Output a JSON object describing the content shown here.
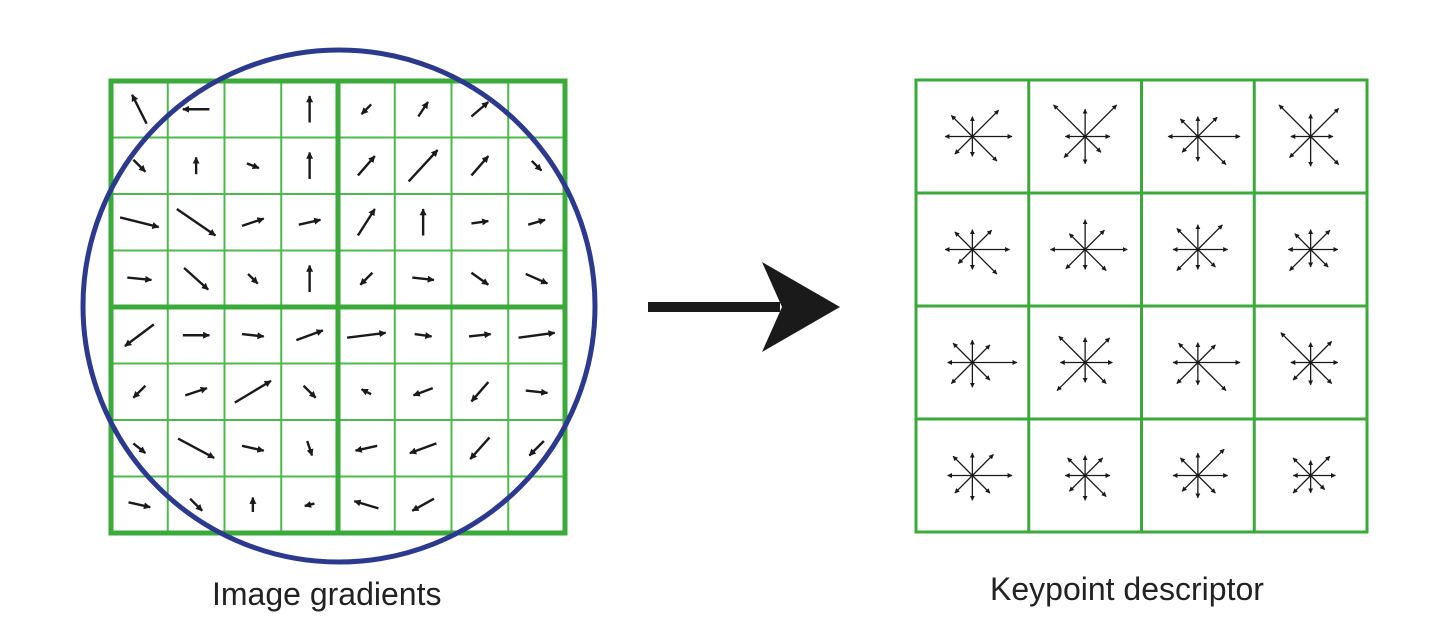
{
  "captions": {
    "left": "Image gradients",
    "right": "Keypoint descriptor"
  },
  "colors": {
    "grid": "#3aaa3a",
    "grid_light": "#4cbb4c",
    "circle": "#2b3a8f",
    "arrow": "#1a1a1a"
  },
  "icons": {
    "transform_arrow": "right-arrow-icon",
    "histogram_star": "orientation-histogram-icon"
  },
  "gradients": {
    "rows": 8,
    "cols": 8,
    "vectors": [
      [
        [
          -0.3,
          -0.6
        ],
        [
          -0.55,
          0
        ],
        [
          0,
          0
        ],
        [
          0,
          -0.55
        ],
        [
          -0.2,
          0.2
        ],
        [
          0.2,
          -0.3
        ],
        [
          0.35,
          -0.3
        ],
        [
          0,
          0
        ]
      ],
      [
        [
          0.25,
          0.25
        ],
        [
          0,
          -0.35
        ],
        [
          0.25,
          0.1
        ],
        [
          0,
          -0.55
        ],
        [
          0.35,
          -0.4
        ],
        [
          0.6,
          -0.65
        ],
        [
          0.35,
          -0.4
        ],
        [
          0.2,
          0.2
        ]
      ],
      [
        [
          0.8,
          0.2
        ],
        [
          0.8,
          0.55
        ],
        [
          0.45,
          -0.15
        ],
        [
          0.45,
          -0.1
        ],
        [
          0.35,
          -0.55
        ],
        [
          0,
          -0.55
        ],
        [
          0.35,
          -0.05
        ],
        [
          0.35,
          -0.1
        ]
      ],
      [
        [
          0.5,
          0.05
        ],
        [
          0.5,
          0.45
        ],
        [
          0.2,
          0.2
        ],
        [
          0,
          -0.55
        ],
        [
          -0.25,
          0.25
        ],
        [
          0.45,
          0.05
        ],
        [
          0.35,
          0.25
        ],
        [
          0.45,
          0.2
        ]
      ],
      [
        [
          -0.6,
          0.45
        ],
        [
          0.55,
          0
        ],
        [
          0.45,
          0.05
        ],
        [
          0.55,
          -0.2
        ],
        [
          0.8,
          -0.1
        ],
        [
          0.35,
          0.05
        ],
        [
          0.45,
          -0.05
        ],
        [
          0.75,
          -0.1
        ]
      ],
      [
        [
          -0.25,
          0.25
        ],
        [
          0.45,
          -0.15
        ],
        [
          0.75,
          -0.45
        ],
        [
          0.25,
          0.25
        ],
        [
          -0.2,
          -0.1
        ],
        [
          -0.4,
          0.15
        ],
        [
          -0.35,
          0.4
        ],
        [
          0.45,
          0.05
        ]
      ],
      [
        [
          0.25,
          0.2
        ],
        [
          0.75,
          0.4
        ],
        [
          0.45,
          0.1
        ],
        [
          0.1,
          0.3
        ],
        [
          -0.45,
          0.1
        ],
        [
          -0.55,
          0.2
        ],
        [
          -0.4,
          0.45
        ],
        [
          -0.3,
          0.3
        ]
      ],
      [
        [
          0.45,
          0.1
        ],
        [
          0.25,
          0.25
        ],
        [
          0,
          -0.3
        ],
        [
          -0.2,
          0.05
        ],
        [
          -0.5,
          -0.15
        ],
        [
          -0.45,
          0.25
        ],
        [
          0,
          0
        ],
        [
          0,
          0
        ]
      ]
    ]
  },
  "descriptor": {
    "rows": 4,
    "cols": 4,
    "histograms": [
      [
        [
          0.8,
          0.75,
          0.4,
          0.6,
          0.55,
          0.5,
          0.4,
          0.7
        ],
        [
          0.5,
          0.9,
          0.55,
          0.9,
          0.4,
          0.6,
          0.55,
          0.45
        ],
        [
          0.85,
          0.55,
          0.4,
          0.5,
          0.6,
          0.45,
          0.5,
          0.8
        ],
        [
          0.45,
          0.8,
          0.45,
          0.9,
          0.4,
          0.6,
          0.6,
          0.8
        ]
      ],
      [
        [
          0.75,
          0.55,
          0.4,
          0.5,
          0.55,
          0.4,
          0.4,
          0.7
        ],
        [
          0.85,
          0.55,
          0.6,
          0.45,
          0.7,
          0.55,
          0.4,
          0.6
        ],
        [
          0.6,
          0.7,
          0.5,
          0.6,
          0.5,
          0.6,
          0.4,
          0.5
        ],
        [
          0.55,
          0.55,
          0.4,
          0.45,
          0.45,
          0.6,
          0.35,
          0.5
        ]
      ],
      [
        [
          0.9,
          0.5,
          0.45,
          0.55,
          0.5,
          0.6,
          0.5,
          0.5
        ],
        [
          0.55,
          0.7,
          0.5,
          0.75,
          0.5,
          0.8,
          0.4,
          0.6
        ],
        [
          0.85,
          0.5,
          0.4,
          0.55,
          0.5,
          0.6,
          0.45,
          0.8
        ],
        [
          0.55,
          0.6,
          0.4,
          0.85,
          0.4,
          0.5,
          0.45,
          0.6
        ]
      ],
      [
        [
          0.8,
          0.6,
          0.45,
          0.55,
          0.5,
          0.5,
          0.5,
          0.5
        ],
        [
          0.5,
          0.5,
          0.4,
          0.5,
          0.4,
          0.45,
          0.5,
          0.6
        ],
        [
          0.6,
          0.75,
          0.45,
          0.5,
          0.5,
          0.45,
          0.45,
          0.5
        ],
        [
          0.5,
          0.55,
          0.3,
          0.5,
          0.35,
          0.5,
          0.35,
          0.4
        ]
      ]
    ]
  }
}
